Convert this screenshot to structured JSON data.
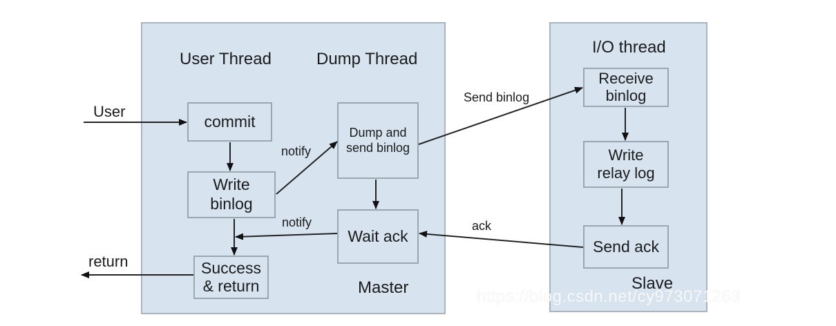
{
  "master": {
    "name": "Master",
    "user_thread_label": "User Thread",
    "dump_thread_label": "Dump Thread",
    "boxes": {
      "commit": "commit",
      "write_binlog_1": "Write",
      "write_binlog_2": "binlog",
      "success_1": "Success",
      "success_2": "& return",
      "dump_1": "Dump and",
      "dump_2": "send binlog",
      "wait_ack": "Wait ack"
    }
  },
  "slave": {
    "name": "Slave",
    "io_thread_label": "I/O thread",
    "boxes": {
      "receive_1": "Receive",
      "receive_2": "binlog",
      "relay_1": "Write",
      "relay_2": "relay log",
      "send_ack": "Send ack"
    }
  },
  "edges": {
    "user": "User",
    "return": "return",
    "notify_dump": "notify",
    "notify_success": "notify",
    "send_binlog": "Send binlog",
    "ack": "ack"
  },
  "watermark": "https://blog.csdn.net/cy973071263"
}
